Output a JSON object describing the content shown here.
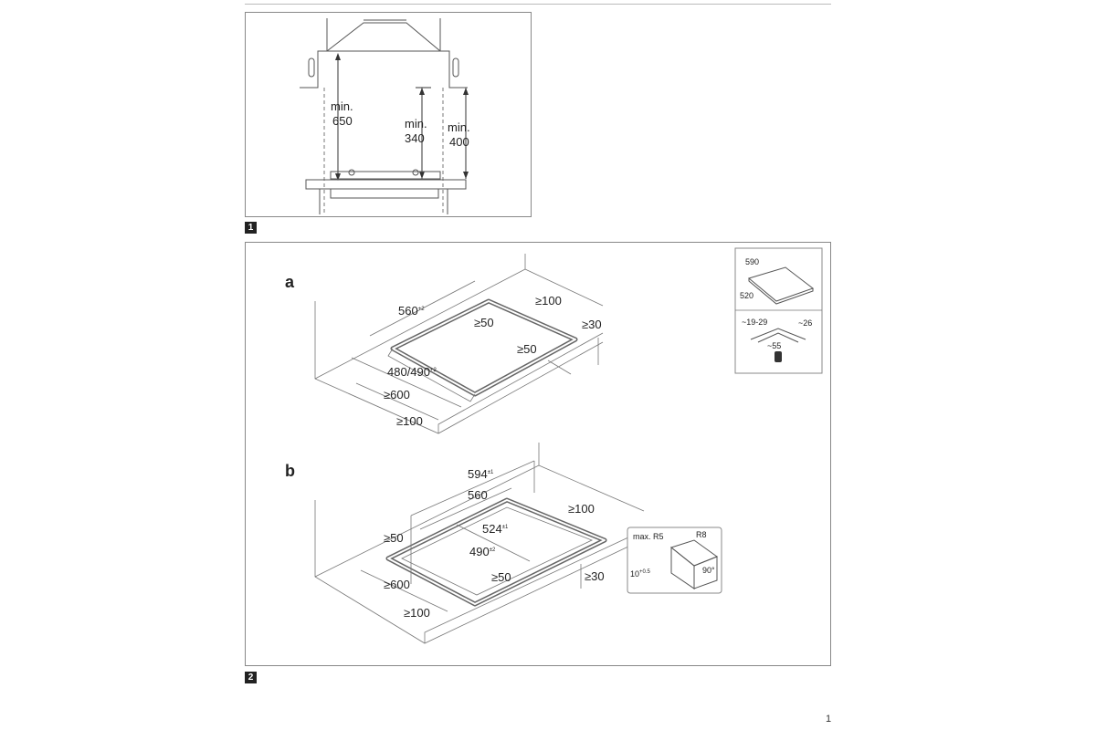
{
  "figure1": {
    "number": "1",
    "dims": [
      {
        "line1": "min.",
        "line2": "650"
      },
      {
        "line1": "min.",
        "line2": "340"
      },
      {
        "line1": "min.",
        "line2": "400"
      }
    ]
  },
  "figure2": {
    "number": "2",
    "section_a": {
      "label": "a",
      "dims": {
        "width_main": "560",
        "width_tol": "+2",
        "width_tol2": "0",
        "depth_main": "480/490",
        "depth_tol": "+2",
        "depth_tol2": "0",
        "back_clear": "≥100",
        "inner_top": "≥50",
        "inner_right": "≥50",
        "worktop": "≥30",
        "front_600": "≥600",
        "front_100": "≥100"
      },
      "inset": {
        "hob_width": "590",
        "hob_depth": "520",
        "edge_left": "~19-29",
        "edge_right": "~26",
        "depth": "~55"
      }
    },
    "section_b": {
      "label": "b",
      "dims": {
        "outer": "594",
        "outer_tol": "±1",
        "inner": "560",
        "cut_w": "524",
        "cut_w_tol": "±1",
        "cut_d": "490",
        "cut_d_tol": "±2",
        "back_clear": "≥100",
        "left_50": "≥50",
        "front_50": "≥50",
        "worktop": "≥30",
        "front_600": "≥600",
        "front_100": "≥100"
      },
      "inset": {
        "max_r5": "max. R5",
        "r8": "R8",
        "depth": "10",
        "depth_tol": "+0.5",
        "angle": "90°"
      }
    }
  },
  "page_number": "1"
}
